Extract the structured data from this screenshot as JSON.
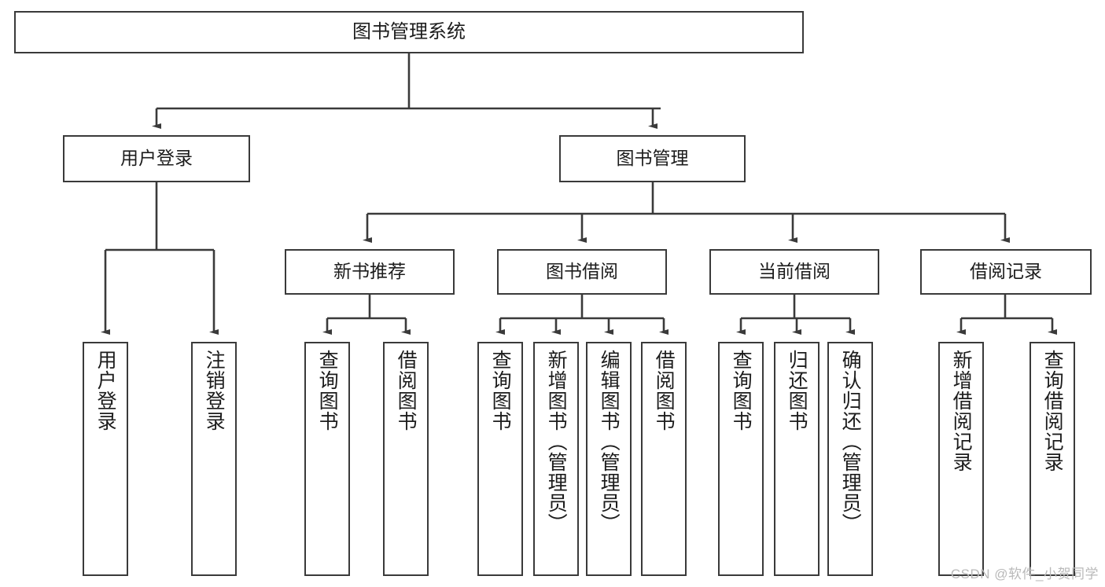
{
  "diagram": {
    "title": "图书管理系统",
    "type": "tree",
    "watermark": "CSDN @软件_小贺同学",
    "colors": {
      "box_border": "#3a3a3a",
      "box_fill": "#ffffff",
      "connector": "#3a3a3a",
      "text": "#1c1c1c",
      "watermark": "#b9b9b9",
      "background": "#ffffff"
    },
    "root": {
      "label": "图书管理系统"
    },
    "level2": [
      {
        "label": "用户登录"
      },
      {
        "label": "图书管理"
      }
    ],
    "level3": [
      {
        "label": "新书推荐"
      },
      {
        "label": "图书借阅"
      },
      {
        "label": "当前借阅"
      },
      {
        "label": "借阅记录"
      }
    ],
    "leaves": {
      "user_login": [
        {
          "label": "用户登录"
        },
        {
          "label": "注销登录"
        }
      ],
      "new_book_recommend": [
        {
          "label": "查询图书"
        },
        {
          "label": "借阅图书"
        }
      ],
      "book_borrow": [
        {
          "label": "查询图书"
        },
        {
          "label": "新增图书（管理员）"
        },
        {
          "label": "编辑图书（管理员）"
        },
        {
          "label": "借阅图书"
        }
      ],
      "current_borrow": [
        {
          "label": "查询图书"
        },
        {
          "label": "归还图书"
        },
        {
          "label": "确认归还（管理员）"
        }
      ],
      "borrow_record": [
        {
          "label": "新增借阅记录"
        },
        {
          "label": "查询借阅记录"
        }
      ]
    }
  }
}
